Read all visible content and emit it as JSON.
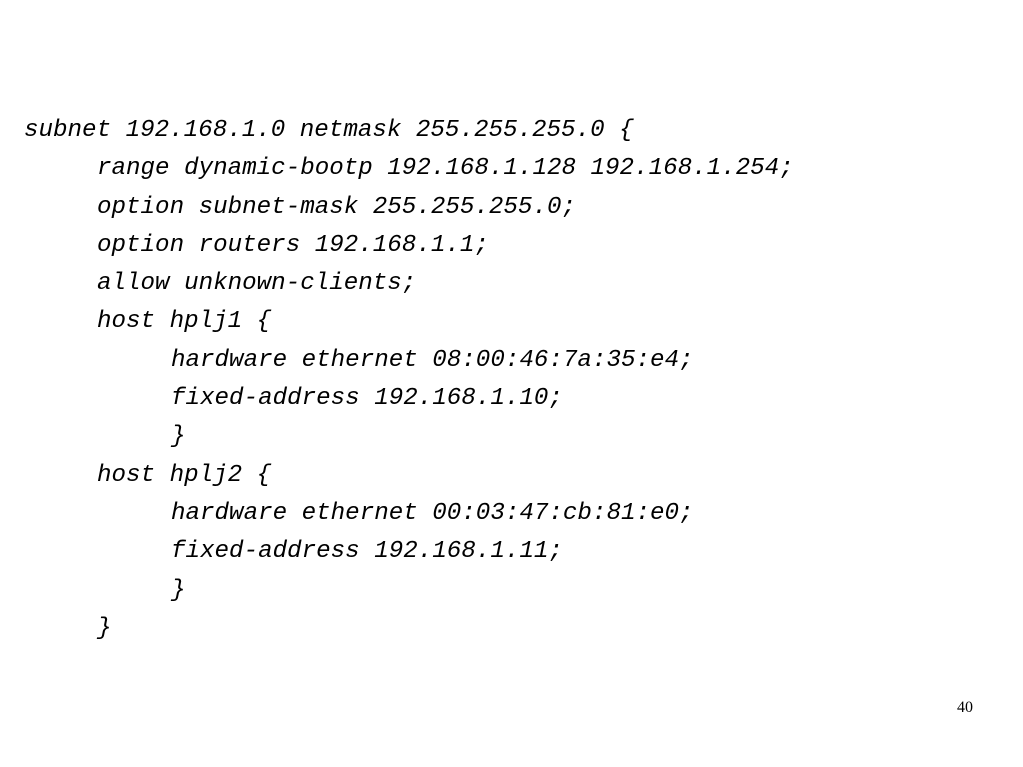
{
  "code": {
    "lines": [
      {
        "text": "subnet 192.168.1.0 netmask 255.255.255.0 {",
        "indent": 0
      },
      {
        "text": "range dynamic-bootp 192.168.1.128 192.168.1.254;",
        "indent": 1
      },
      {
        "text": "option subnet-mask 255.255.255.0;",
        "indent": 1
      },
      {
        "text": "option routers 192.168.1.1;",
        "indent": 1
      },
      {
        "text": "allow unknown-clients;",
        "indent": 1
      },
      {
        "text": "host hplj1 {",
        "indent": 1
      },
      {
        "text": "hardware ethernet 08:00:46:7a:35:e4;",
        "indent": 2
      },
      {
        "text": "fixed-address 192.168.1.10;",
        "indent": 2
      },
      {
        "text": "}",
        "indent": 2
      },
      {
        "text": "host hplj2 {",
        "indent": 1
      },
      {
        "text": "hardware ethernet 00:03:47:cb:81:e0;",
        "indent": 2
      },
      {
        "text": "fixed-address 192.168.1.11;",
        "indent": 2
      },
      {
        "text": "}",
        "indent": 2
      },
      {
        "text": "}",
        "indent": 1
      }
    ]
  },
  "footer": {
    "page_number": "40"
  }
}
